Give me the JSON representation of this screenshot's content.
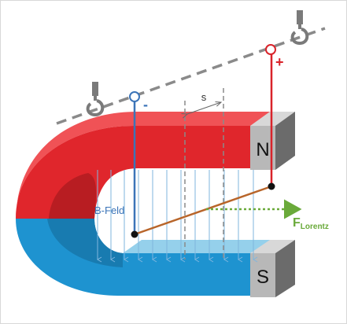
{
  "labels": {
    "north_pole": "N",
    "south_pole": "S",
    "b_field": "B-Feld",
    "distance": "s",
    "force_main": "F",
    "force_sub": "Lorentz",
    "minus": "-",
    "plus": "+"
  },
  "colors": {
    "north": "#e0262c",
    "south": "#1e93d0",
    "positive_wire": "#d9232a",
    "negative_wire": "#3b74b8",
    "conductor": "#b8652a",
    "field_lines": "#7fb6de",
    "force": "#6aaa3a",
    "dashed_line": "#8a8a8a",
    "hook": "#7a7a7a"
  },
  "icons": {
    "left_hook": "crane-hook-icon",
    "right_hook": "crane-hook-icon"
  }
}
